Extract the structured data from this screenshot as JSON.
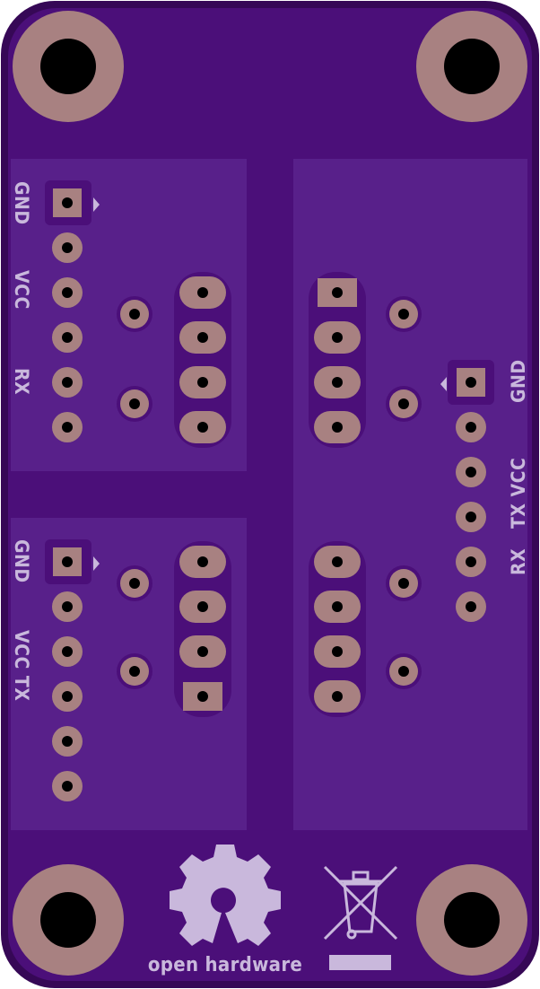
{
  "board": {
    "colors": {
      "edge": "#360856",
      "soldermask": "#4b0f79",
      "plane": "#58208a",
      "pad": "#a88181",
      "drill": "#000000",
      "silkscreen": "#c9b8dc"
    }
  },
  "labels": {
    "top_left": {
      "gnd": "GND",
      "vcc": "VCC",
      "rx": "RX"
    },
    "bottom_left": {
      "gnd": "GND",
      "vcc_tx": "VCC TX"
    },
    "right": {
      "gnd": "GND",
      "tx_vcc": "TX VCC",
      "rx": "RX"
    }
  },
  "logos": {
    "oshw_text": "open hardware",
    "oshw_icon": "open-hardware-gear-icon",
    "weee_icon": "weee-crossed-bin-icon"
  }
}
